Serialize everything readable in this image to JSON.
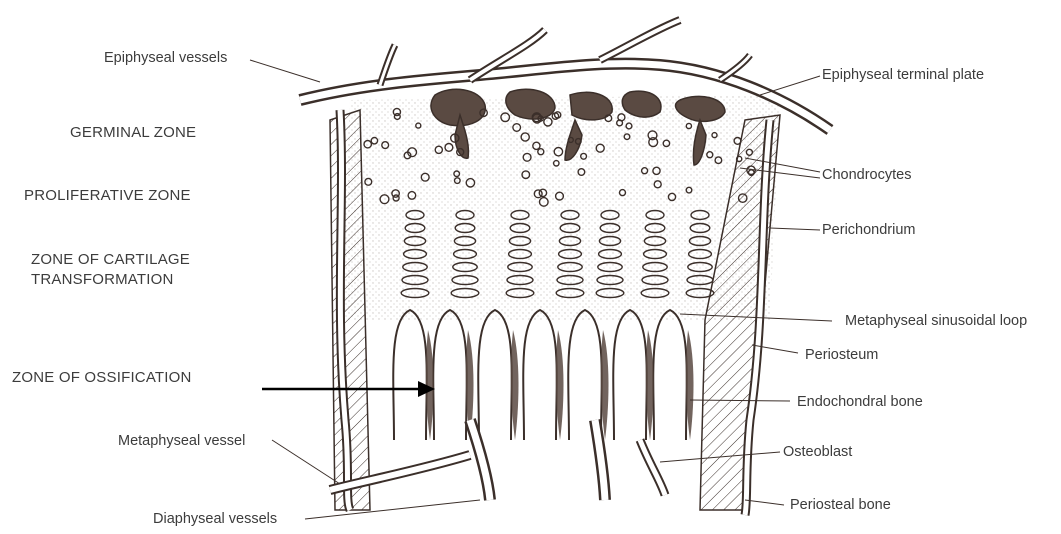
{
  "zones": {
    "germinal": "GERMINAL ZONE",
    "proliferative": "PROLIFERATIVE ZONE",
    "cartilage_line1": "ZONE OF CARTILAGE",
    "cartilage_line2": "TRANSFORMATION",
    "ossification": "ZONE OF OSSIFICATION"
  },
  "labels": {
    "epiphyseal_vessels": "Epiphyseal vessels",
    "epiphyseal_terminal_plate": "Epiphyseal terminal plate",
    "chondrocytes": "Chondrocytes",
    "perichondrium": "Perichondrium",
    "metaphyseal_sinusoidal_loop": "Metaphyseal sinusoidal loop",
    "periosteum": "Periosteum",
    "endochondral_bone": "Endochondral bone",
    "osteoblast": "Osteoblast",
    "periosteal_bone": "Periosteal bone",
    "metaphyseal_vessel": "Metaphyseal vessel",
    "diaphyseal_vessels": "Diaphyseal vessels"
  },
  "colors": {
    "ink": "#3b2f2a",
    "bone_fill": "#5a4a42",
    "text": "#3c3c3c",
    "arrow": "#000000"
  }
}
